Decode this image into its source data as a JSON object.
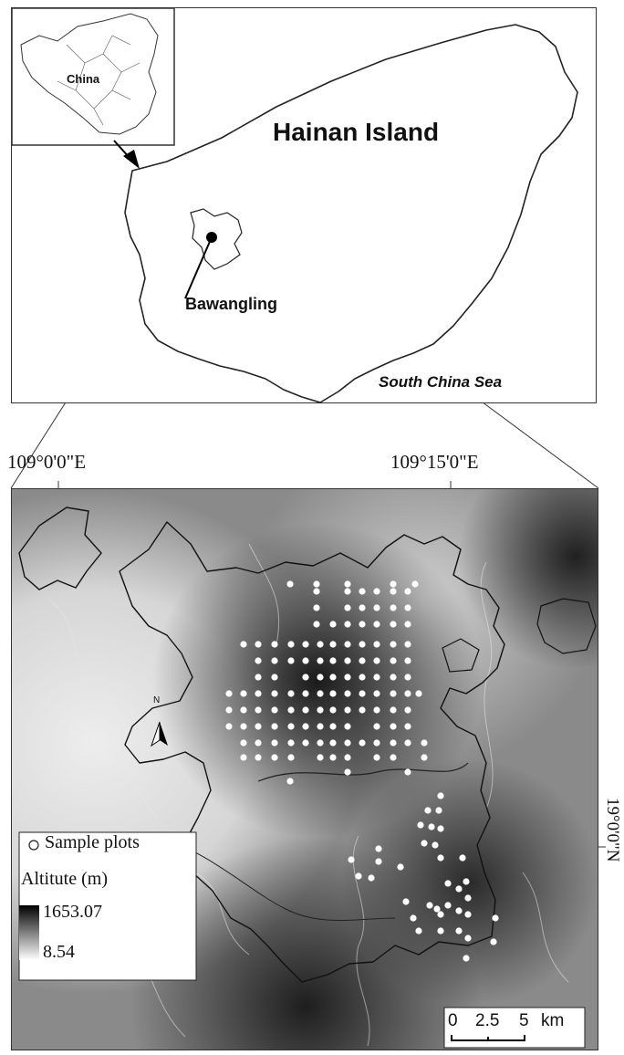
{
  "overview": {
    "inset_label": "China",
    "island_label": "Hainan Island",
    "site_label": "Bawangling",
    "sea_label": "South China Sea"
  },
  "detail": {
    "lon_ticks": [
      "109°0'0\"E",
      "109°15'0\"E"
    ],
    "lat_tick": "19°0'0\"N",
    "north_label": "N"
  },
  "legend": {
    "sample_plots": "Sample plots",
    "altitude_title": "Altitute (m)",
    "max_value": "1653.07",
    "min_value": "8.54"
  },
  "scale_bar": {
    "ticks": [
      "0",
      "2.5",
      "5"
    ],
    "unit": "km"
  },
  "colors": {
    "high_elevation": "#1a1a1a",
    "low_elevation": "#ededed",
    "plot_marker": "#ffffff"
  }
}
